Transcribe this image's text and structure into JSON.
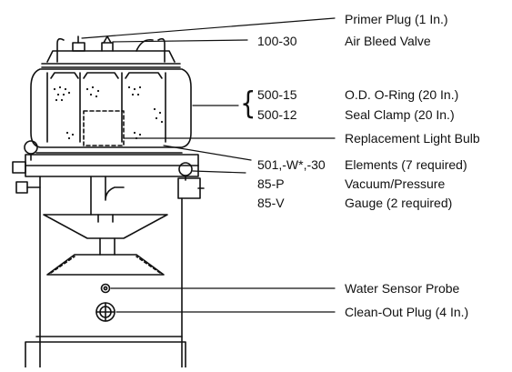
{
  "callouts": [
    {
      "id": "primer",
      "part_number": "",
      "description": "Primer Plug (1 In.)"
    },
    {
      "id": "air-bleed",
      "part_number": "100-30",
      "description": "Air Bleed Valve"
    },
    {
      "id": "oring",
      "part_number": "500-15",
      "description": "O.D. O-Ring (20 In.)"
    },
    {
      "id": "seal-clamp",
      "part_number": "500-12",
      "description": "Seal Clamp (20 In.)"
    },
    {
      "id": "bulb",
      "part_number": "",
      "description": "Replacement Light Bulb"
    },
    {
      "id": "elements",
      "part_number": "501,-W*,-30",
      "description": "Elements (7 required)"
    },
    {
      "id": "vacuum",
      "part_number": "85-P",
      "description": "Vacuum/Pressure"
    },
    {
      "id": "gauge",
      "part_number": "85-V",
      "description": "Gauge (2 required)"
    },
    {
      "id": "sensor",
      "part_number": "",
      "description": "Water Sensor Probe"
    },
    {
      "id": "cleanout",
      "part_number": "",
      "description": "Clean-Out Plug (4 In.)"
    }
  ]
}
